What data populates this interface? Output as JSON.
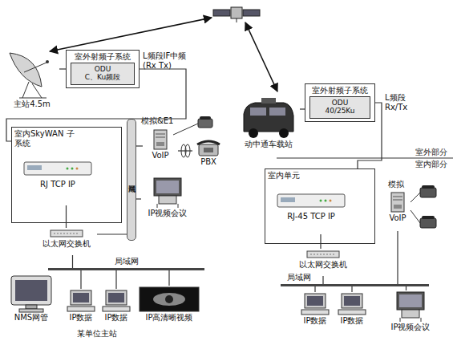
{
  "diagram": {
    "nodes": [
      {
        "text": [
          "主站4.5m"
        ]
      },
      {
        "text": [
          "室外射频子系统"
        ]
      },
      {
        "text": [
          "ODU",
          "C、Ku频段"
        ],
        "in": 1
      },
      {
        "text": [
          "室内SkyWAN 子系统"
        ]
      },
      {
        "text": [
          "RJ TCP IP"
        ],
        "in": 3
      },
      {
        "text": [
          "局域网"
        ]
      },
      {
        "text": [
          "VoIP"
        ]
      },
      {
        "text": [
          "PBX"
        ]
      },
      {
        "text": [
          "IP视频会议"
        ]
      },
      {
        "text": [
          "以太网交换机"
        ]
      },
      {
        "text": [
          "局域网"
        ]
      },
      {
        "text": [
          "NMS网管"
        ]
      },
      {
        "text": [
          "IP数据"
        ]
      },
      {
        "text": [
          "IP数据"
        ]
      },
      {
        "text": [
          "IP高清晰视频"
        ]
      },
      {
        "text": [
          "动中通车载站"
        ]
      },
      {
        "text": [
          "室外射频子系统"
        ]
      },
      {
        "text": [
          "ODU",
          "40/25Ku"
        ],
        "in": 16
      },
      {
        "text": [
          "室内单元"
        ]
      },
      {
        "text": [
          "RJ-45 TCP IP"
        ],
        "in": 18
      },
      {
        "text": [
          "VoIP"
        ]
      },
      {
        "text": [
          "以太网交换机"
        ]
      },
      {
        "text": [
          "局域网"
        ]
      },
      {
        "text": [
          "IP数据"
        ]
      },
      {
        "text": [
          "IP数据"
        ]
      },
      {
        "text": [
          "IP视频会议"
        ]
      }
    ],
    "edges": [
      {
        "from": 0,
        "to": 1,
        "arrow": "none"
      },
      {
        "from": 1,
        "to": 3,
        "arrow": "none"
      },
      {
        "from": 4,
        "to": 9,
        "arrow": "none"
      },
      {
        "from": 9,
        "to": 5,
        "arrow": "none"
      },
      {
        "from": 6,
        "to": 5,
        "arrow": "none"
      },
      {
        "from": 8,
        "to": 5,
        "arrow": "none"
      },
      {
        "from": 6,
        "to": 7,
        "arrow": "none"
      },
      {
        "from": 9,
        "to": 10,
        "arrow": "none"
      },
      {
        "from": 10,
        "to": 12,
        "arrow": "none"
      },
      {
        "from": 10,
        "to": 13,
        "arrow": "none"
      },
      {
        "from": 10,
        "to": 14,
        "arrow": "none"
      },
      {
        "from": 15,
        "to": 16,
        "arrow": "none"
      },
      {
        "from": 16,
        "to": 18,
        "arrow": "none"
      },
      {
        "from": 19,
        "to": 21,
        "arrow": "none"
      },
      {
        "from": 21,
        "to": 22,
        "arrow": "none"
      },
      {
        "from": 20,
        "to": 22,
        "arrow": "none"
      },
      {
        "from": 22,
        "to": 23,
        "arrow": "none"
      },
      {
        "from": 22,
        "to": 24,
        "arrow": "none"
      },
      {
        "from": 22,
        "to": 25,
        "arrow": "none"
      }
    ],
    "labels": [
      "L频段IF中频 (Rx Tx)",
      "模拟&E1",
      "某单位主站",
      "L频段 Rx/Tx",
      "室外部分",
      "室内部分",
      "模拟"
    ]
  }
}
